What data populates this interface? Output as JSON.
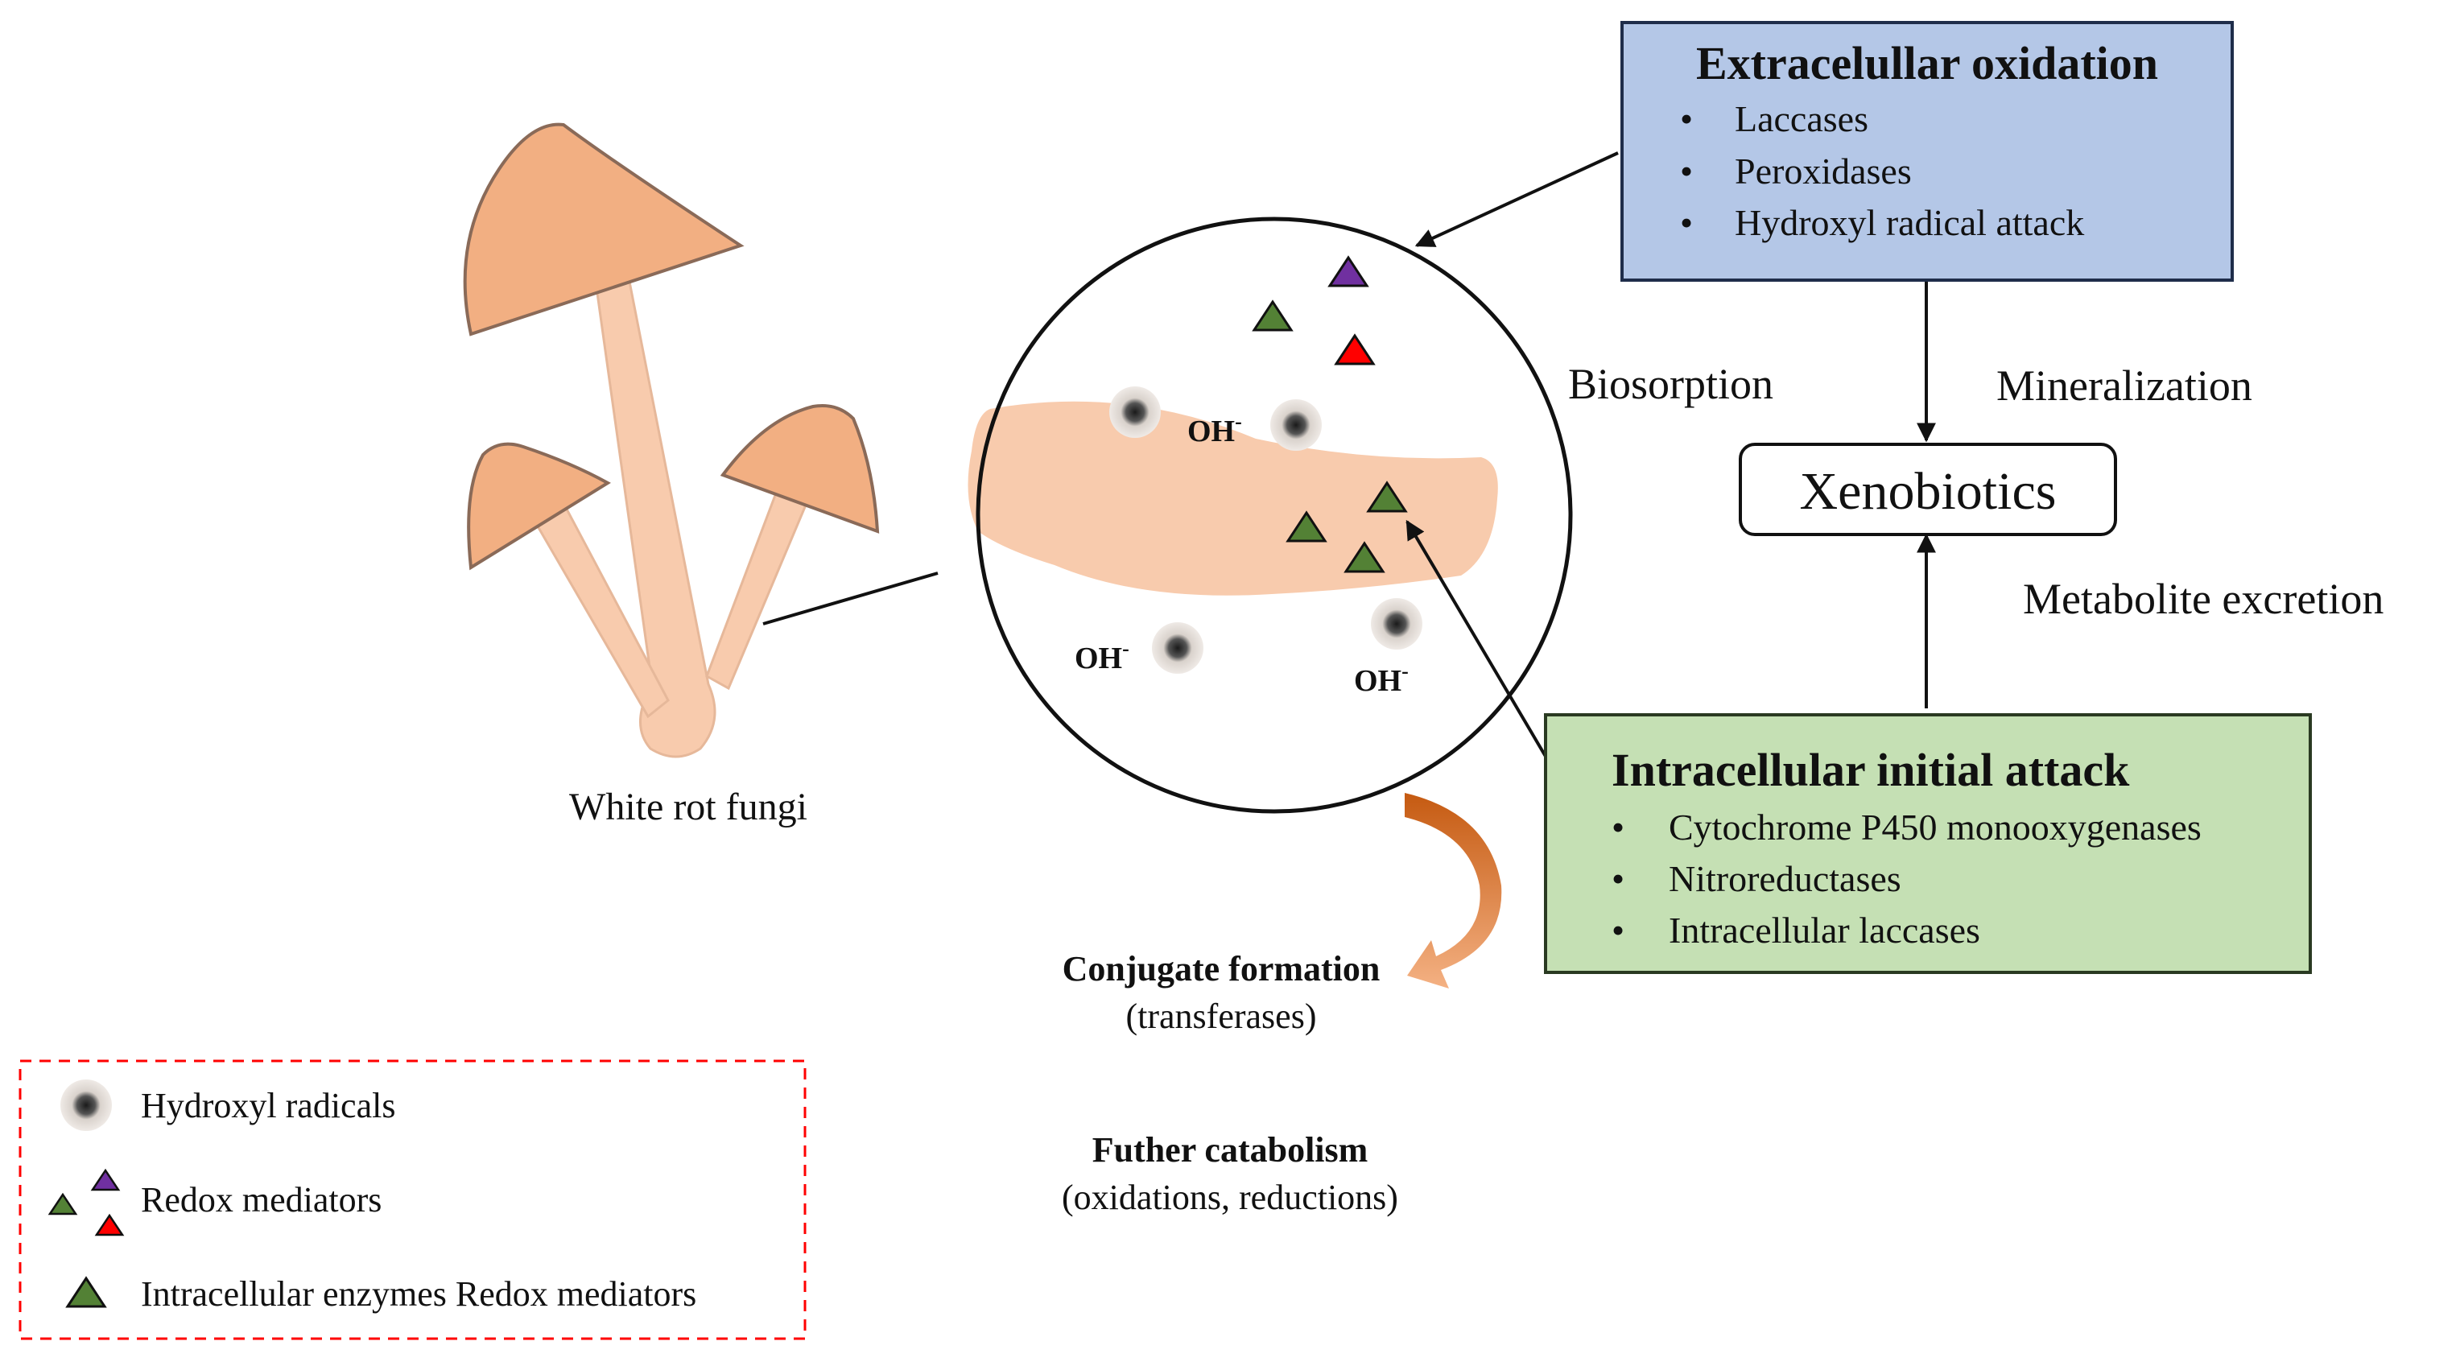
{
  "extracellular": {
    "title": "Extracelullar oxidation",
    "items": [
      "Laccases",
      "Peroxidases",
      "Hydroxyl radical attack"
    ]
  },
  "intracellular": {
    "title": "Intracellular initial attack",
    "items": [
      "Cytochrome P450 monooxygenases",
      "Nitroreductases",
      "Intracellular laccases"
    ]
  },
  "xenobiotics": "Xenobiotics",
  "labels": {
    "biosorption": "Biosorption",
    "mineralization": "Mineralization",
    "metabolite_excretion": "Metabolite excretion",
    "white_rot_fungi": "White rot fungi"
  },
  "circle": {
    "oh": "OH",
    "oh_charge": "-"
  },
  "conjugate": {
    "title": "Conjugate formation",
    "subtitle": "(transferases)"
  },
  "catabolism": {
    "title": "Futher catabolism",
    "subtitle": "(oxidations, reductions)"
  },
  "legend": {
    "hydroxyl": "Hydroxyl radicals",
    "redox": "Redox mediators",
    "intracellular": "Intracellular enzymes Redox mediators"
  },
  "bullet_symbol": "•",
  "colors": {
    "extracellular_fill": "#B4C7E7",
    "intracellular_fill": "#C5E0B4",
    "mushroom_cap": "#F2AF82",
    "mushroom_stem": "#F8CBAD",
    "hypha": "#F8CBAD",
    "triangle_green": "#538135",
    "triangle_purple": "#7030A0",
    "triangle_red": "#FF0000",
    "curved_arrow": "#ED7D31",
    "legend_border": "#FF0000"
  }
}
